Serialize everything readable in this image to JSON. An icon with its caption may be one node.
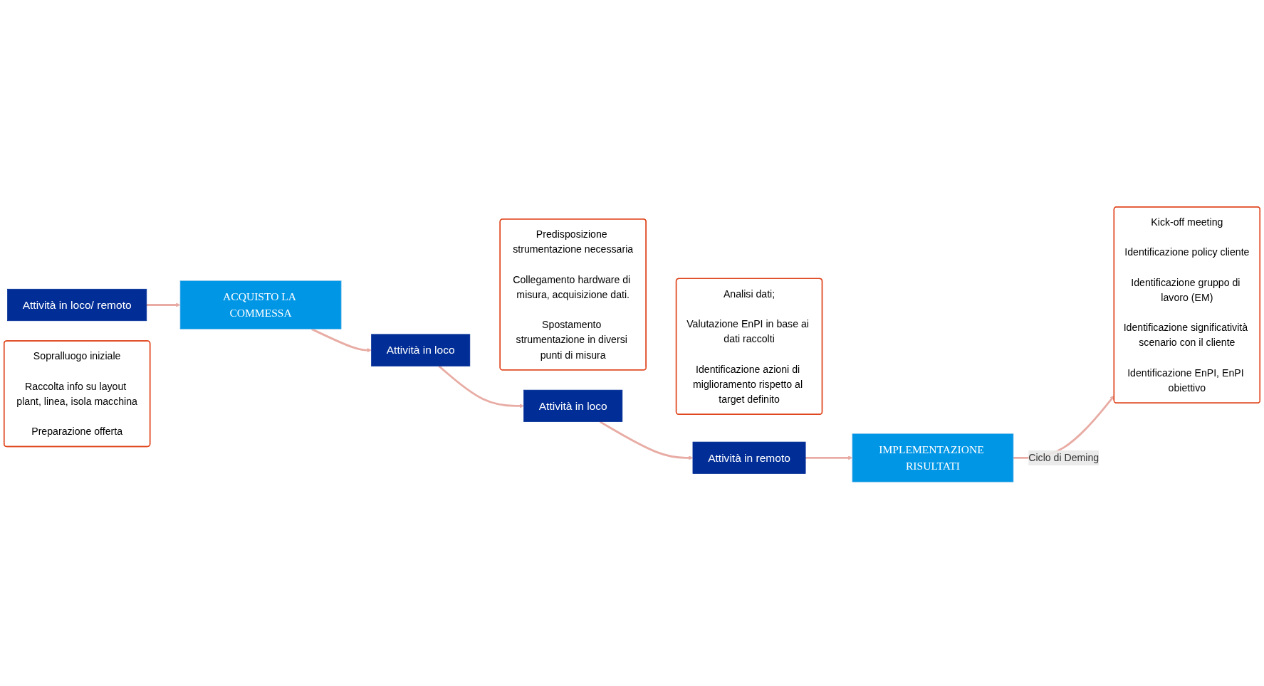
{
  "diagram": {
    "nodes": [
      {
        "text": [
          "Attività in loco/ remoto"
        ]
      },
      {
        "text": [
          "Sopralluogo iniziale",
          "Raccolta info su layout plant, linea, isola macchina",
          "Preparazione offerta"
        ]
      },
      {
        "text": [
          "ACQUISTO LA COMMESSA"
        ]
      },
      {
        "text": [
          "Attività in loco"
        ]
      },
      {
        "text": [
          "Kick-off meeting",
          "Identificazione policy cliente",
          "Identificazione gruppo di lavoro (EM)",
          "Identificazione significatività scenario con il cliente",
          "Identificazione EnPI, EnPI obiettivo"
        ]
      },
      {
        "text": [
          "Attività in loco"
        ]
      },
      {
        "text": [
          "Predisposizione strumentazione necessaria",
          "Collegamento hardware di misura, acquisizione dati.",
          "Spostamento strumentazione in diversi punti di misura"
        ]
      },
      {
        "text": [
          "Attività in remoto"
        ]
      },
      {
        "text": [
          "Analisi dati;",
          "Valutazione EnPI in base ai dati raccolti",
          "Identificazione azioni di miglioramento rispetto al target definito"
        ]
      },
      {
        "text": [
          "IMPLEMENTAZIONE RISULTATI"
        ]
      }
    ],
    "edges": [
      {
        "from": 0,
        "to": 2,
        "arrow": "to"
      },
      {
        "from": 2,
        "to": 3,
        "arrow": "to"
      },
      {
        "from": 3,
        "to": 5,
        "arrow": "to"
      },
      {
        "from": 5,
        "to": 7,
        "arrow": "to"
      },
      {
        "from": 7,
        "to": 9,
        "arrow": "to"
      },
      {
        "from": 9,
        "to": 4,
        "arrow": "to",
        "label": "Ciclo di Deming"
      }
    ]
  }
}
